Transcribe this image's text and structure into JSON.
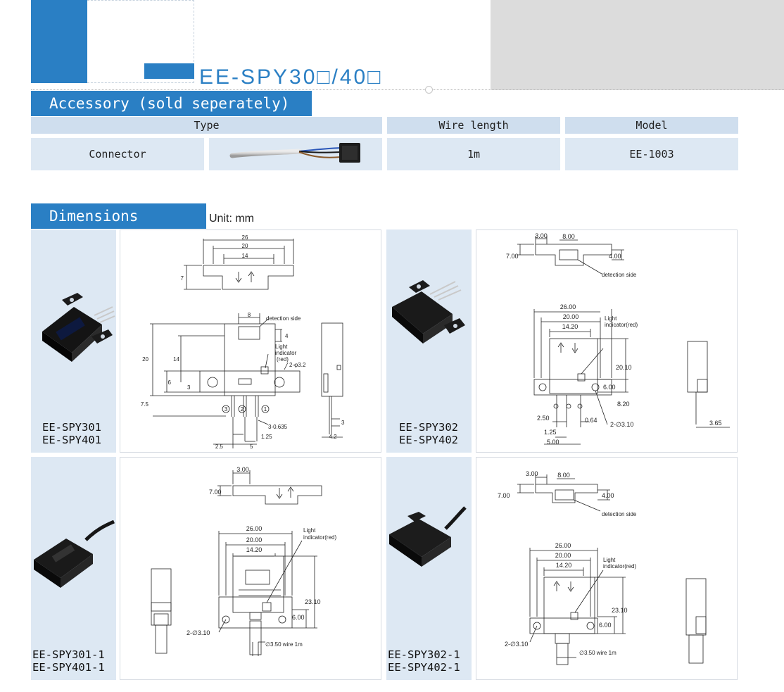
{
  "header": {
    "title": "EE-SPY30□/40□"
  },
  "accessory": {
    "section_title": "Accessory (sold seperately)",
    "headers": {
      "type": "Type",
      "wire_length": "Wire length",
      "model": "Model"
    },
    "row": {
      "type": "Connector",
      "wire_length": "1m",
      "model": "EE-1003"
    }
  },
  "dimensions": {
    "section_title": "Dimensions",
    "unit": "Unit: mm",
    "cells": [
      {
        "models": [
          "EE-SPY301",
          "EE-SPY401"
        ],
        "labels": {
          "d26": "26",
          "d20": "20",
          "d14": "14",
          "d7": "7",
          "d8": "8",
          "detection": "detection side",
          "d4": "4",
          "dh20": "20",
          "dh14": "14",
          "light1": "Light",
          "light2": "indicator",
          "light3": "(red)",
          "hole": "2-φ3.2",
          "d6": "6",
          "d3": "3",
          "d75": "7.5",
          "pins": "3-0.635",
          "d125": "1.25",
          "d25": "2.5",
          "d5": "5",
          "ds3": "3",
          "d42": "4.2",
          "pin3": "3",
          "pin2": "2",
          "pin1": "1"
        }
      },
      {
        "models": [
          "EE-SPY302",
          "EE-SPY402"
        ],
        "labels": {
          "d300": "3.00",
          "d800": "8.00",
          "d700": "7.00",
          "d400": "4.00",
          "detection": "detection side",
          "d2600": "26.00",
          "d2000": "20.00",
          "d1420": "14.20",
          "light1": "Light",
          "light2": "indicator(red)",
          "d2010": "20.10",
          "d600": "6.00",
          "d820": "8.20",
          "d250": "2.50",
          "d064": "0.64",
          "hole": "2-∅3.10",
          "d125": "1.25",
          "d500": "5.00",
          "d365": "3.65"
        }
      },
      {
        "models": [
          "EE-SPY301-1",
          "EE-SPY401-1"
        ],
        "labels": {
          "d300": "3.00",
          "d700": "7.00",
          "light1": "Light",
          "light2": "indicator(red)",
          "d2600": "26.00",
          "d2000": "20.00",
          "d1420": "14.20",
          "d2310": "23.10",
          "d600": "6.00",
          "hole": "2-∅3.10",
          "wire": "∅3.50 wire 1m"
        }
      },
      {
        "models": [
          "EE-SPY302-1",
          "EE-SPY402-1"
        ],
        "labels": {
          "d300": "3.00",
          "d800": "8.00",
          "d700": "7.00",
          "d400": "4.00",
          "detection": "detection side",
          "d2600": "26.00",
          "d2000": "20.00",
          "d1420": "14.20",
          "light1": "Light",
          "light2": "indicator(red)",
          "d2310": "23.10",
          "d600": "6.00",
          "hole": "2-∅3.10",
          "wire": "∅3.50 wire 1m"
        }
      }
    ]
  }
}
